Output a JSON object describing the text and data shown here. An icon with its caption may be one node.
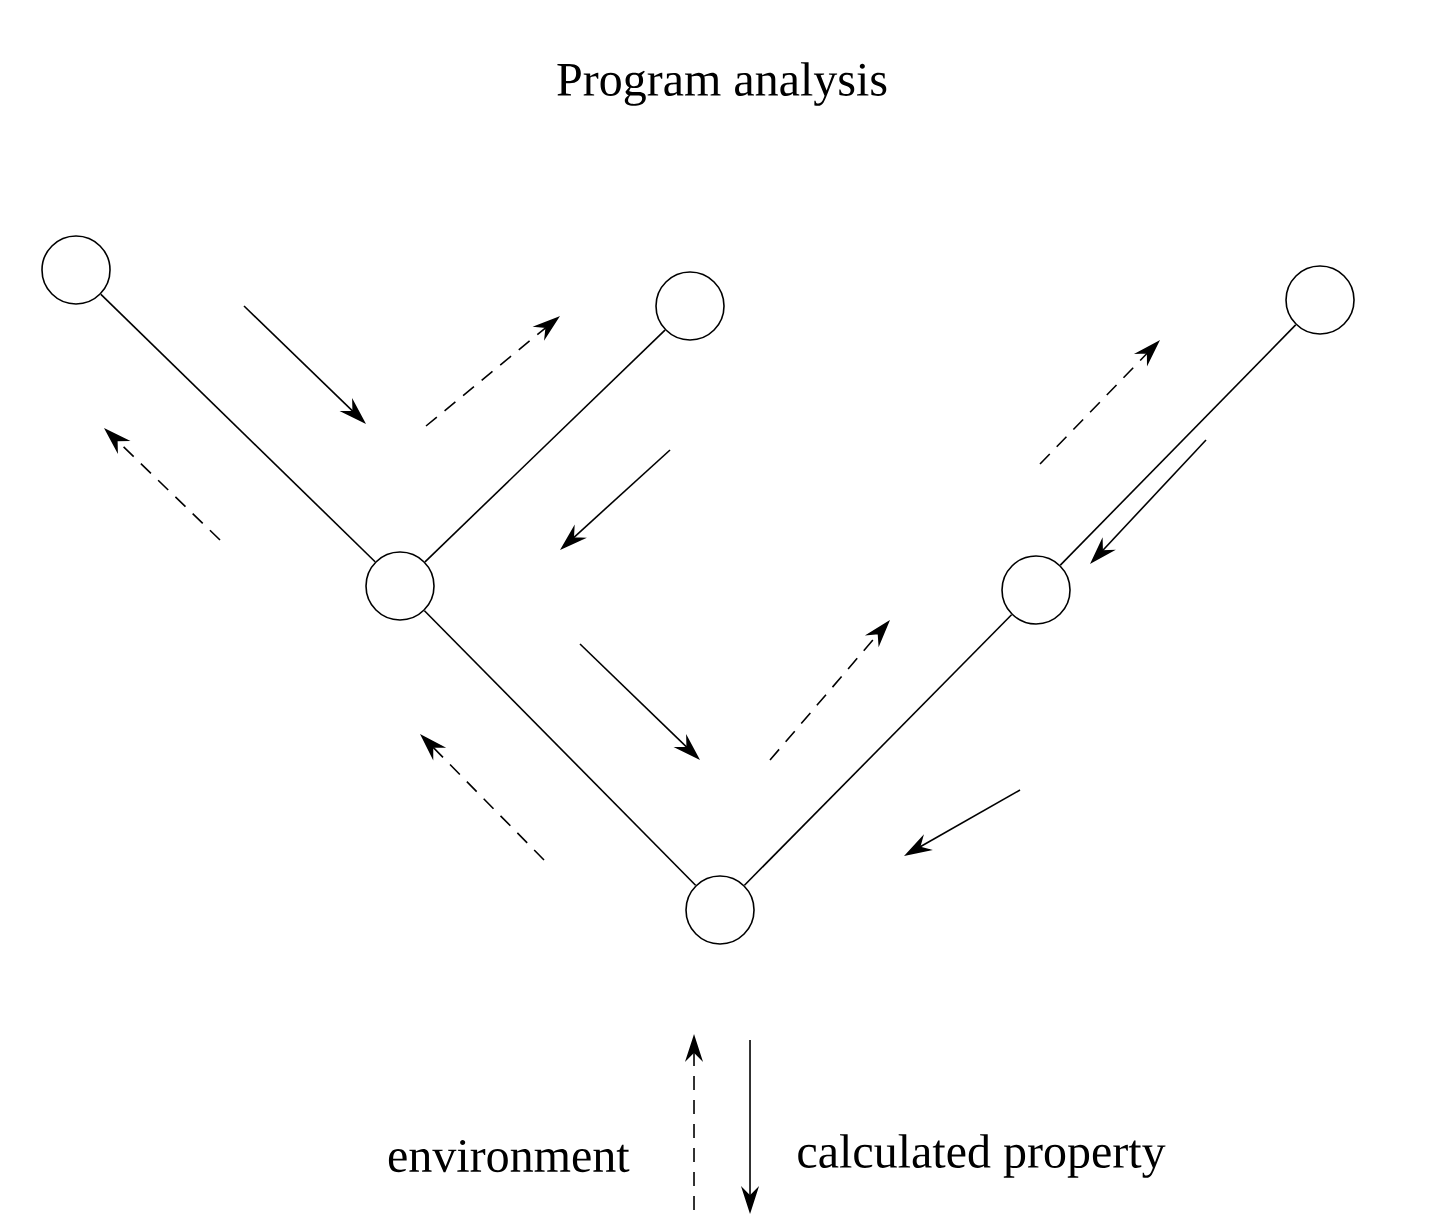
{
  "diagram": {
    "title": "Program analysis",
    "nodes": [
      {
        "text": [],
        "shape": "circle"
      },
      {
        "text": [],
        "shape": "circle"
      },
      {
        "text": [],
        "shape": "circle"
      },
      {
        "text": [],
        "shape": "circle"
      },
      {
        "text": [],
        "shape": "circle"
      },
      {
        "text": [],
        "shape": "circle"
      }
    ],
    "edges": [
      {
        "from": 0,
        "to": 1,
        "arrow": "none"
      },
      {
        "from": 1,
        "to": 2,
        "arrow": "none"
      },
      {
        "from": 1,
        "to": 3,
        "arrow": "none"
      },
      {
        "from": 3,
        "to": 4,
        "arrow": "none"
      },
      {
        "from": 4,
        "to": 5,
        "arrow": "none"
      }
    ],
    "legend": [
      {
        "text": "environment"
      },
      {
        "text": "calculated property"
      }
    ]
  }
}
